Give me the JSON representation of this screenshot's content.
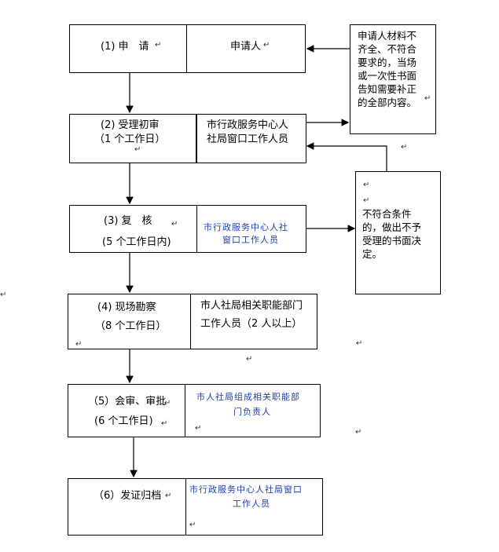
{
  "steps": [
    {
      "label": "(1) 申　请",
      "duration": "",
      "actor": "申请人"
    },
    {
      "label": "(2) 受理初审",
      "duration": "（1 个工作日）",
      "actor_line1": "市行政服务中心人",
      "actor_line2": "社局窗口工作人员"
    },
    {
      "label": "(3) 复　核",
      "duration": "(5 个工作日内)",
      "actor_line1": "市行政服务中心人社",
      "actor_line2": "窗口工作人员"
    },
    {
      "label": "(4) 现场勘察",
      "duration": "（8 个工作日）",
      "actor_line1": "市人社局相关职能部门",
      "actor_line2": "工作人员（2 人以上）"
    },
    {
      "label": "（5）会审、审批",
      "duration": "(6 个工作日)",
      "actor_line1": "市人社局组成相关职能部",
      "actor_line2": "门负责人"
    },
    {
      "label": "（6）发证归档",
      "duration": "",
      "actor_line1": "市行政服务中心人社局窗口",
      "actor_line2": "工作人员"
    }
  ],
  "side_notes": {
    "incomplete": [
      "申请人材料不",
      "齐全、不符合",
      "要求的，当场",
      "或一次性书面",
      "告知需要补正",
      "的全部内容。"
    ],
    "reject": [
      "不符合条件",
      "的，做出不予",
      "受理的书面决",
      "定。"
    ]
  },
  "return_mark": "↵"
}
